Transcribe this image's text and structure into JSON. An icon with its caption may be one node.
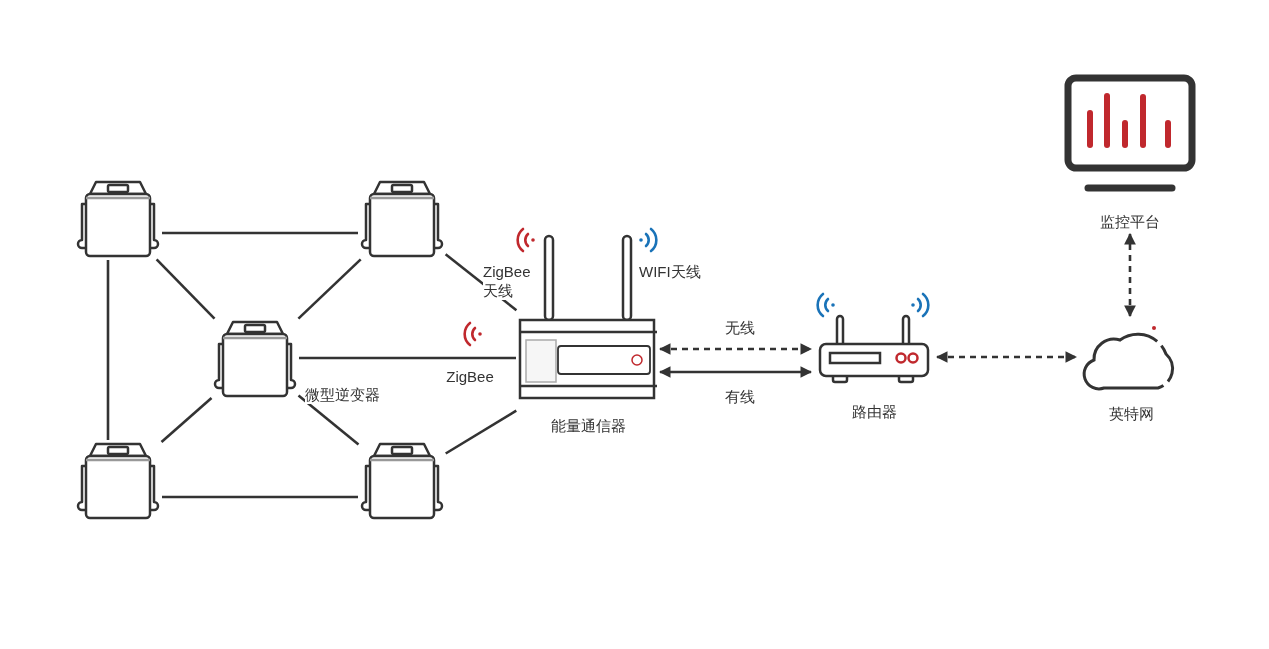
{
  "diagram": {
    "nodes": [
      {
        "text": [],
        "shape": "picture"
      },
      {
        "text": [],
        "shape": "picture"
      },
      {
        "text": [],
        "shape": "picture",
        "beside": [
          "微型逆变器"
        ]
      },
      {
        "text": [],
        "shape": "picture"
      },
      {
        "text": [],
        "shape": "picture"
      },
      {
        "text": [
          "能量通信器"
        ],
        "beside": [
          "ZigBee 天线",
          "WIFI天线"
        ]
      },
      {
        "text": [
          "路由器"
        ]
      },
      {
        "text": [
          "英特网"
        ]
      },
      {
        "text": [
          "监控平台"
        ]
      }
    ],
    "edges": [
      {
        "from": 0,
        "to": 1,
        "arrow": "none"
      },
      {
        "from": 0,
        "to": 2,
        "arrow": "none"
      },
      {
        "from": 1,
        "to": 2,
        "arrow": "none"
      },
      {
        "from": 0,
        "to": 3,
        "arrow": "none"
      },
      {
        "from": 2,
        "to": 3,
        "arrow": "none"
      },
      {
        "from": 2,
        "to": 4,
        "arrow": "none"
      },
      {
        "from": 3,
        "to": 4,
        "arrow": "none"
      },
      {
        "from": 1,
        "to": 5,
        "arrow": "none"
      },
      {
        "from": 2,
        "to": 5,
        "arrow": "none",
        "label": "ZigBee"
      },
      {
        "from": 4,
        "to": 5,
        "arrow": "none"
      },
      {
        "from": 5,
        "to": 6,
        "arrow": "both",
        "style": "dashed",
        "label": "无线"
      },
      {
        "from": 5,
        "to": 6,
        "arrow": "both",
        "label": "有线"
      },
      {
        "from": 6,
        "to": 7,
        "arrow": "both",
        "style": "dashed"
      },
      {
        "from": 7,
        "to": 8,
        "arrow": "both",
        "style": "dashed"
      }
    ]
  }
}
